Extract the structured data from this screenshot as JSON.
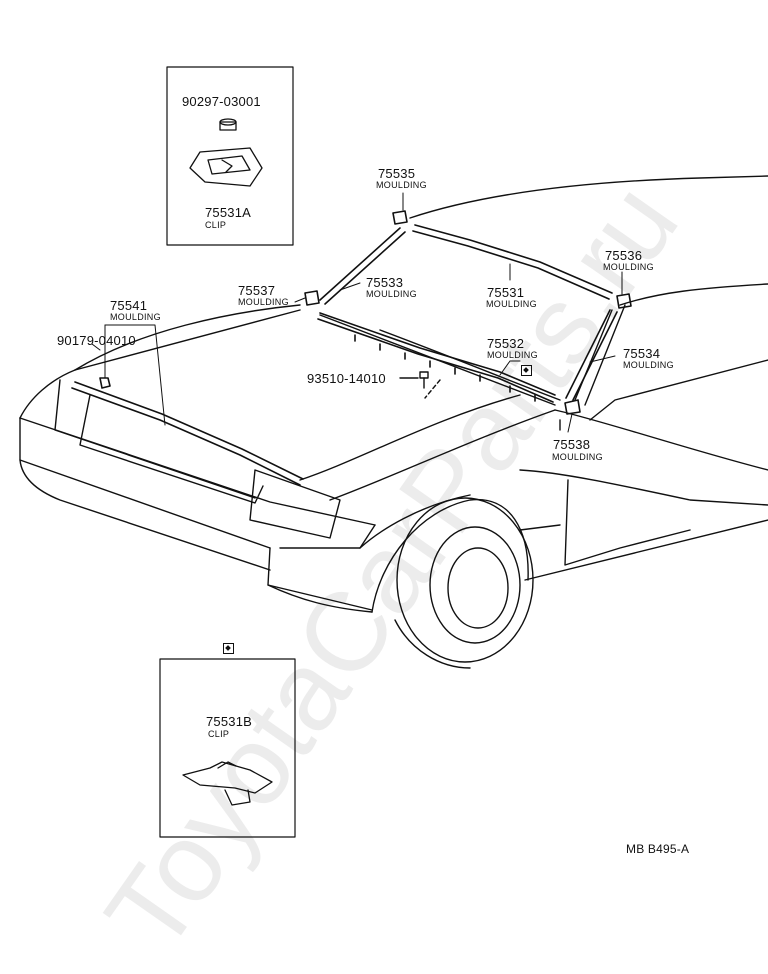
{
  "watermark": "ToyotaCarParts.ru",
  "diagram_code": "MB B495-A",
  "parts": {
    "p90297": {
      "number": "90297-03001"
    },
    "p75531A": {
      "number": "75531A",
      "desc": "CLIP"
    },
    "p75535": {
      "number": "75535",
      "desc": "MOULDING"
    },
    "p75537": {
      "number": "75537",
      "desc": "MOULDING"
    },
    "p75533": {
      "number": "75533",
      "desc": "MOULDING"
    },
    "p75531": {
      "number": "75531",
      "desc": "MOULDING"
    },
    "p75536": {
      "number": "75536",
      "desc": "MOULDING"
    },
    "p75541": {
      "number": "75541",
      "desc": "MOULDING"
    },
    "p90179": {
      "number": "90179-04010"
    },
    "p75532": {
      "number": "75532",
      "desc": "MOULDING"
    },
    "p75534": {
      "number": "75534",
      "desc": "MOULDING"
    },
    "p93510": {
      "number": "93510-14010"
    },
    "p75538": {
      "number": "75538",
      "desc": "MOULDING"
    },
    "p75531B": {
      "number": "75531B",
      "desc": "CLIP"
    }
  },
  "icons": [
    "diamond-box-icon"
  ]
}
